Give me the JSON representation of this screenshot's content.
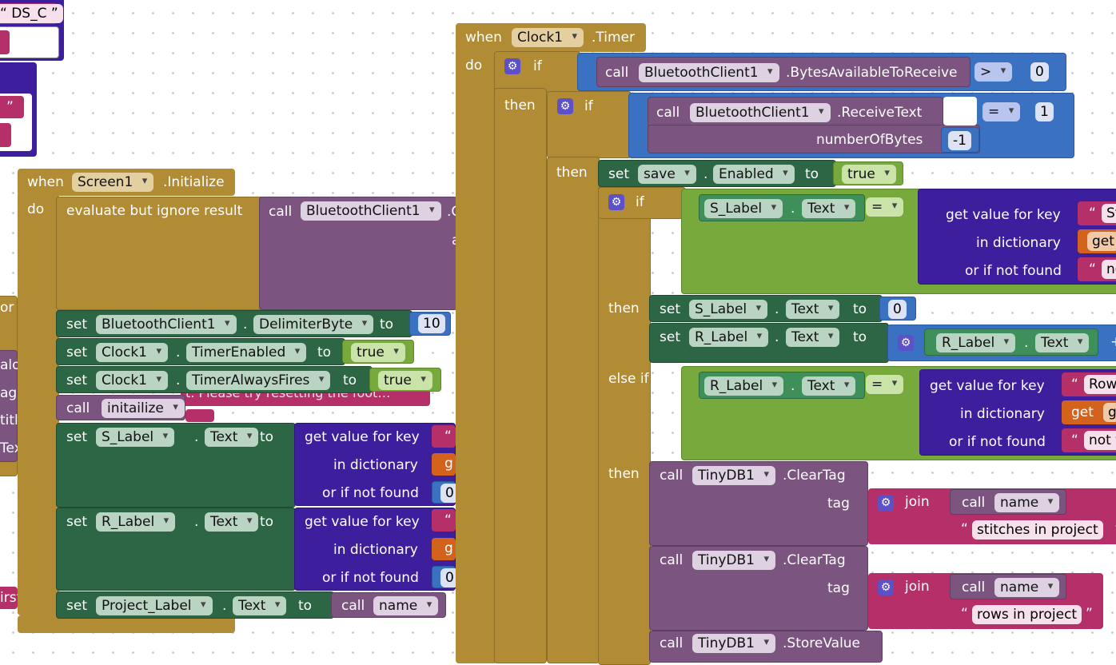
{
  "topleft": {
    "str1": "“ DS_C ”",
    "str2": "”"
  },
  "left_partial": {
    "items": [
      "or",
      "alo",
      "ag",
      "titl",
      "Tex",
      "irst"
    ]
  },
  "screen1": {
    "when": "when",
    "component": "Screen1",
    "event": ".Initialize",
    "do": "do",
    "evaluate": "evaluate but ignore result",
    "call": "call",
    "bt_client": "BluetoothClient1",
    "trunc1": ".C",
    "trunc2": "a",
    "set": "set",
    "to": "to",
    "dot": ".",
    "row1": {
      "comp": "BluetoothClient1",
      "prop": "DelimiterByte",
      "val": "10"
    },
    "row2": {
      "comp": "Clock1",
      "prop": "TimerEnabled",
      "val": "true"
    },
    "row3": {
      "comp": "Clock1",
      "prop": "TimerAlwaysFires",
      "val": "true"
    },
    "behind_text": "t. Please try resetting the foot…",
    "call_init": "initailize",
    "row4": {
      "comp": "S_Label",
      "prop": "Text"
    },
    "row5": {
      "comp": "R_Label",
      "prop": "Text"
    },
    "gv": "get value for key",
    "in_dict": "in dictionary",
    "or_not_found": "or if not found",
    "q": "“",
    "g": "g",
    "zero": "0",
    "row6": {
      "comp": "Project_Label",
      "prop": "Text",
      "call": "call",
      "name": "name"
    }
  },
  "clock1": {
    "when": "when",
    "component": "Clock1",
    "event": ".Timer",
    "do": "do",
    "if": "if",
    "then": "then",
    "else_if": "else if",
    "call": "call",
    "bt_client": "BluetoothClient1",
    "bytes_avail": ".BytesAvailableToReceive",
    "gt": ">",
    "zero": "0",
    "receive": ".ReceiveText",
    "num_bytes": "numberOfBytes",
    "neg1": "-1",
    "eq": "=",
    "one": "1",
    "set": "set",
    "to": "to",
    "dot": ".",
    "save": "save",
    "enabled": "Enabled",
    "true": "true",
    "s_label": "S_Label",
    "r_label": "R_Label",
    "text": "Text",
    "gv": "get value for key",
    "in_dict": "in dictionary",
    "or_not_found": "or if not found",
    "str_st": "St",
    "get": "get",
    "str_no": "no",
    "str_rows": "Row",
    "get_gl": "gl",
    "str_notf": "not f",
    "plus": "+",
    "tinydb": "TinyDB1",
    "cleartag": ".ClearTag",
    "storevalue": ".StoreValue",
    "tag": "tag",
    "join": "join",
    "name": "name",
    "str_stitches": "stitches in project",
    "str_rows_proj": "rows in project",
    "lq": "“",
    "rq": "”"
  },
  "colors": {
    "event": "#b28c34",
    "component_call": "#7b5480",
    "setter": "#2d6644",
    "logic": "#78a93c",
    "dictionary": "#3d1f9e",
    "math": "#3a72c1",
    "text": "#b52f68",
    "variable": "#d3621d"
  }
}
